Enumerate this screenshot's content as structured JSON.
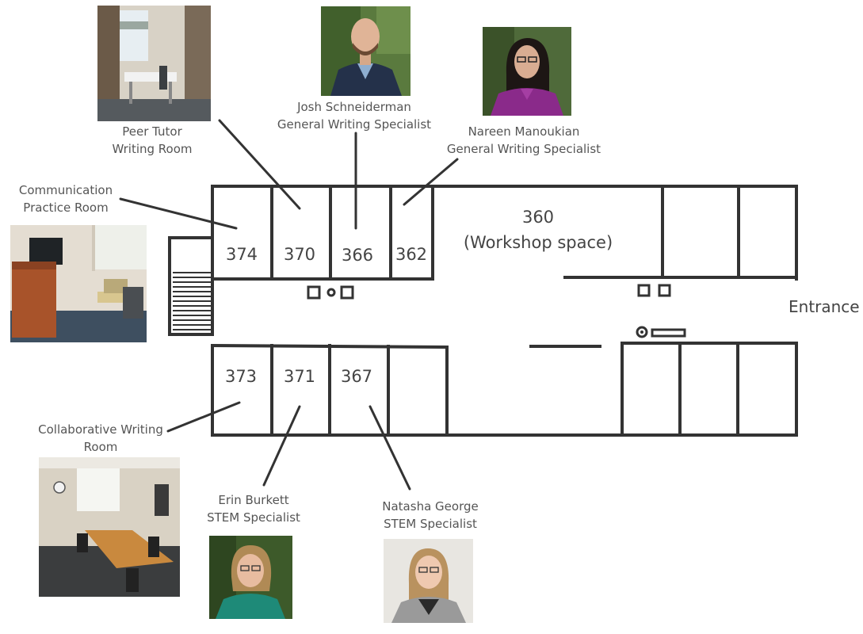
{
  "rooms": {
    "r374": "374",
    "r370": "370",
    "r366": "366",
    "r362": "362",
    "r360_number": "360",
    "r360_name": "(Workshop space)",
    "r373": "373",
    "r371": "371",
    "r367": "367"
  },
  "entrance": "Entrance",
  "callouts": {
    "peer_tutor": [
      "Peer Tutor",
      "Writing Room"
    ],
    "communication": [
      "Communication",
      "Practice Room"
    ],
    "josh": [
      "Josh Schneiderman",
      "General Writing Specialist"
    ],
    "nareen": [
      "Nareen Manoukian",
      "General Writing Specialist"
    ],
    "collaborative": [
      "Collaborative Writing",
      "Room"
    ],
    "erin": [
      "Erin Burkett",
      "STEM Specialist"
    ],
    "natasha": [
      "Natasha George",
      "STEM Specialist"
    ]
  },
  "colors": {
    "wall": "#333333",
    "label_text": "#555555",
    "background": "#ffffff"
  }
}
